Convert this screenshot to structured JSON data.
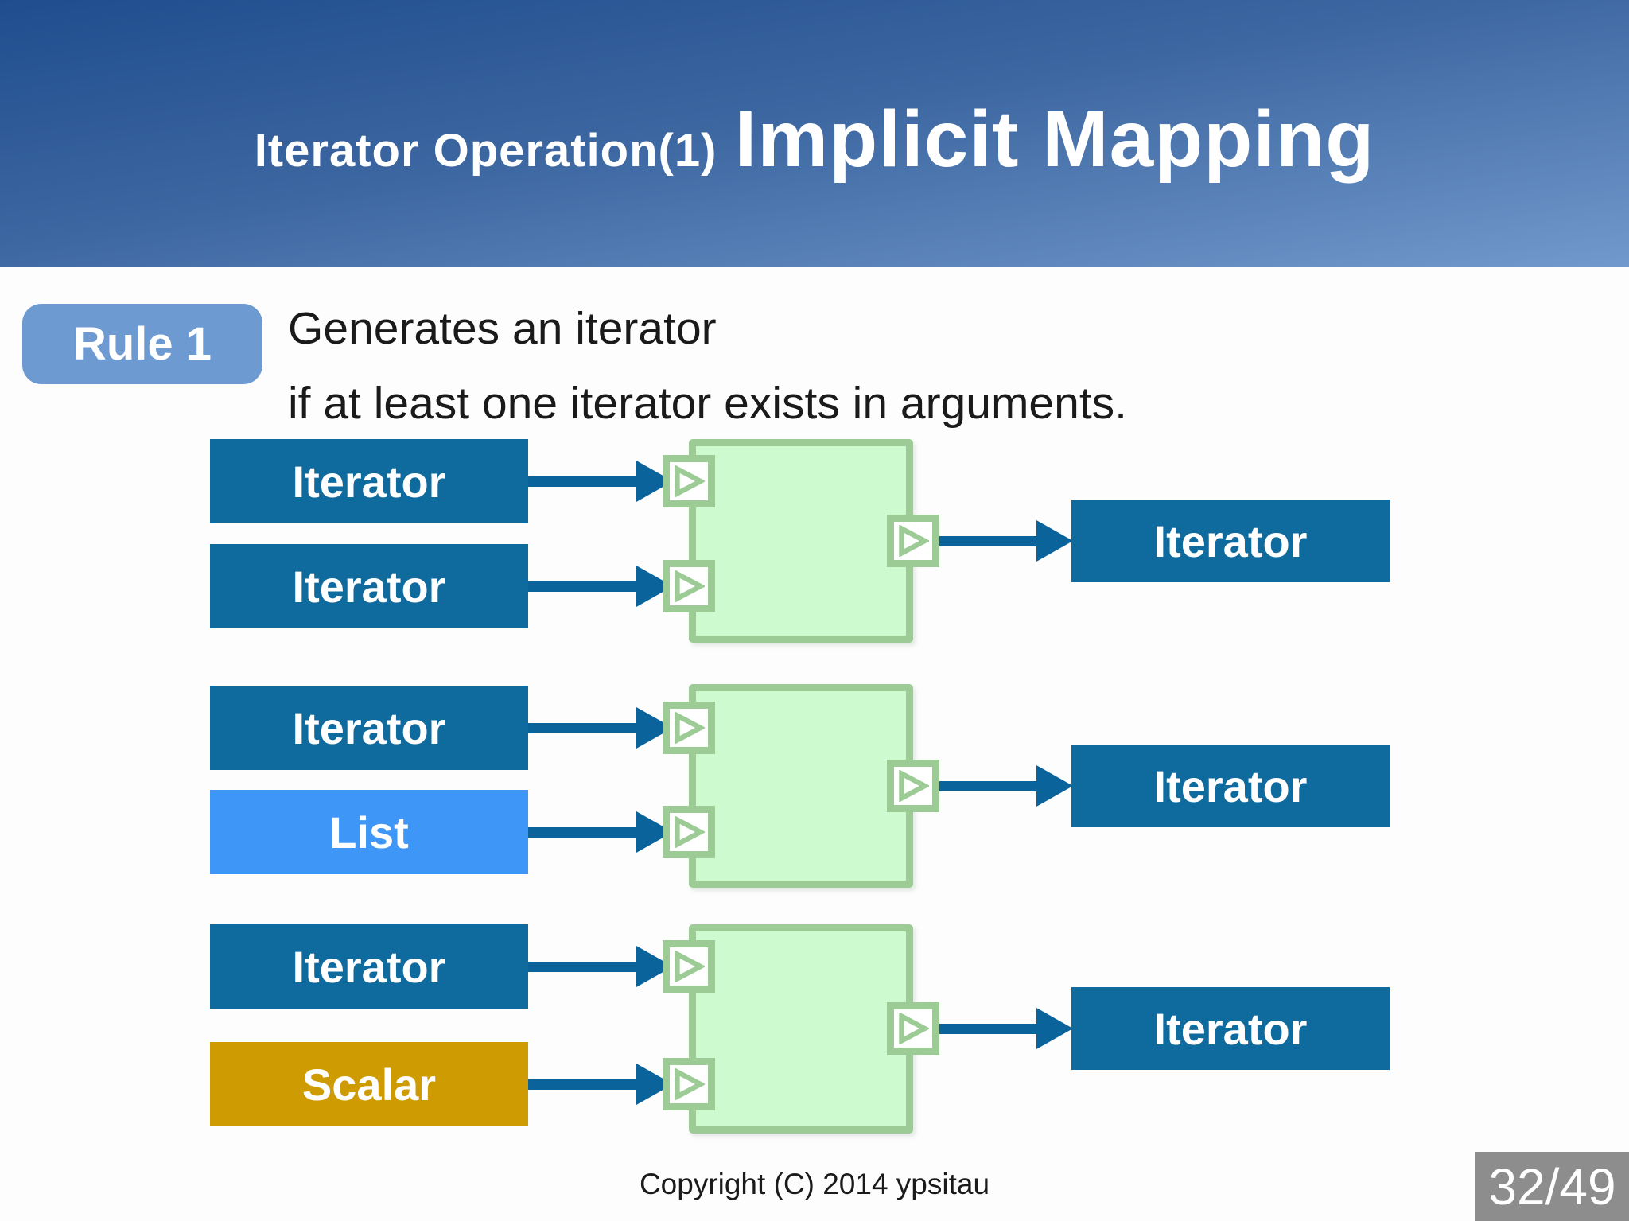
{
  "header": {
    "title_prefix": "Iterator Operation(1)",
    "title_main": "Implicit Mapping"
  },
  "rule": {
    "badge_label": "Rule 1",
    "line1": "Generates an iterator",
    "line2": "if at least one iterator exists in arguments."
  },
  "diagram": {
    "rows": [
      {
        "inputs": [
          {
            "label": "Iterator",
            "kind": "iterator"
          },
          {
            "label": "Iterator",
            "kind": "iterator"
          }
        ],
        "output": {
          "label": "Iterator"
        }
      },
      {
        "inputs": [
          {
            "label": "Iterator",
            "kind": "iterator"
          },
          {
            "label": "List",
            "kind": "list"
          }
        ],
        "output": {
          "label": "Iterator"
        }
      },
      {
        "inputs": [
          {
            "label": "Iterator",
            "kind": "iterator"
          },
          {
            "label": "Scalar",
            "kind": "scalar"
          }
        ],
        "output": {
          "label": "Iterator"
        }
      }
    ]
  },
  "footer": {
    "copyright": "Copyright (C) 2014 ypsitau",
    "page": "32/49"
  },
  "colors": {
    "header_gradient_start": "#1F4D8E",
    "header_gradient_end": "#7199CD",
    "iterator_box": "#0F6A9E",
    "list_box": "#3E97F6",
    "scalar_box": "#CE9B02",
    "processor_fill": "#CDFBCF",
    "processor_border": "#9CCB96",
    "arrow": "#0B639C",
    "rule_badge": "#6E9AD2",
    "page_box": "#8D8D8D"
  }
}
